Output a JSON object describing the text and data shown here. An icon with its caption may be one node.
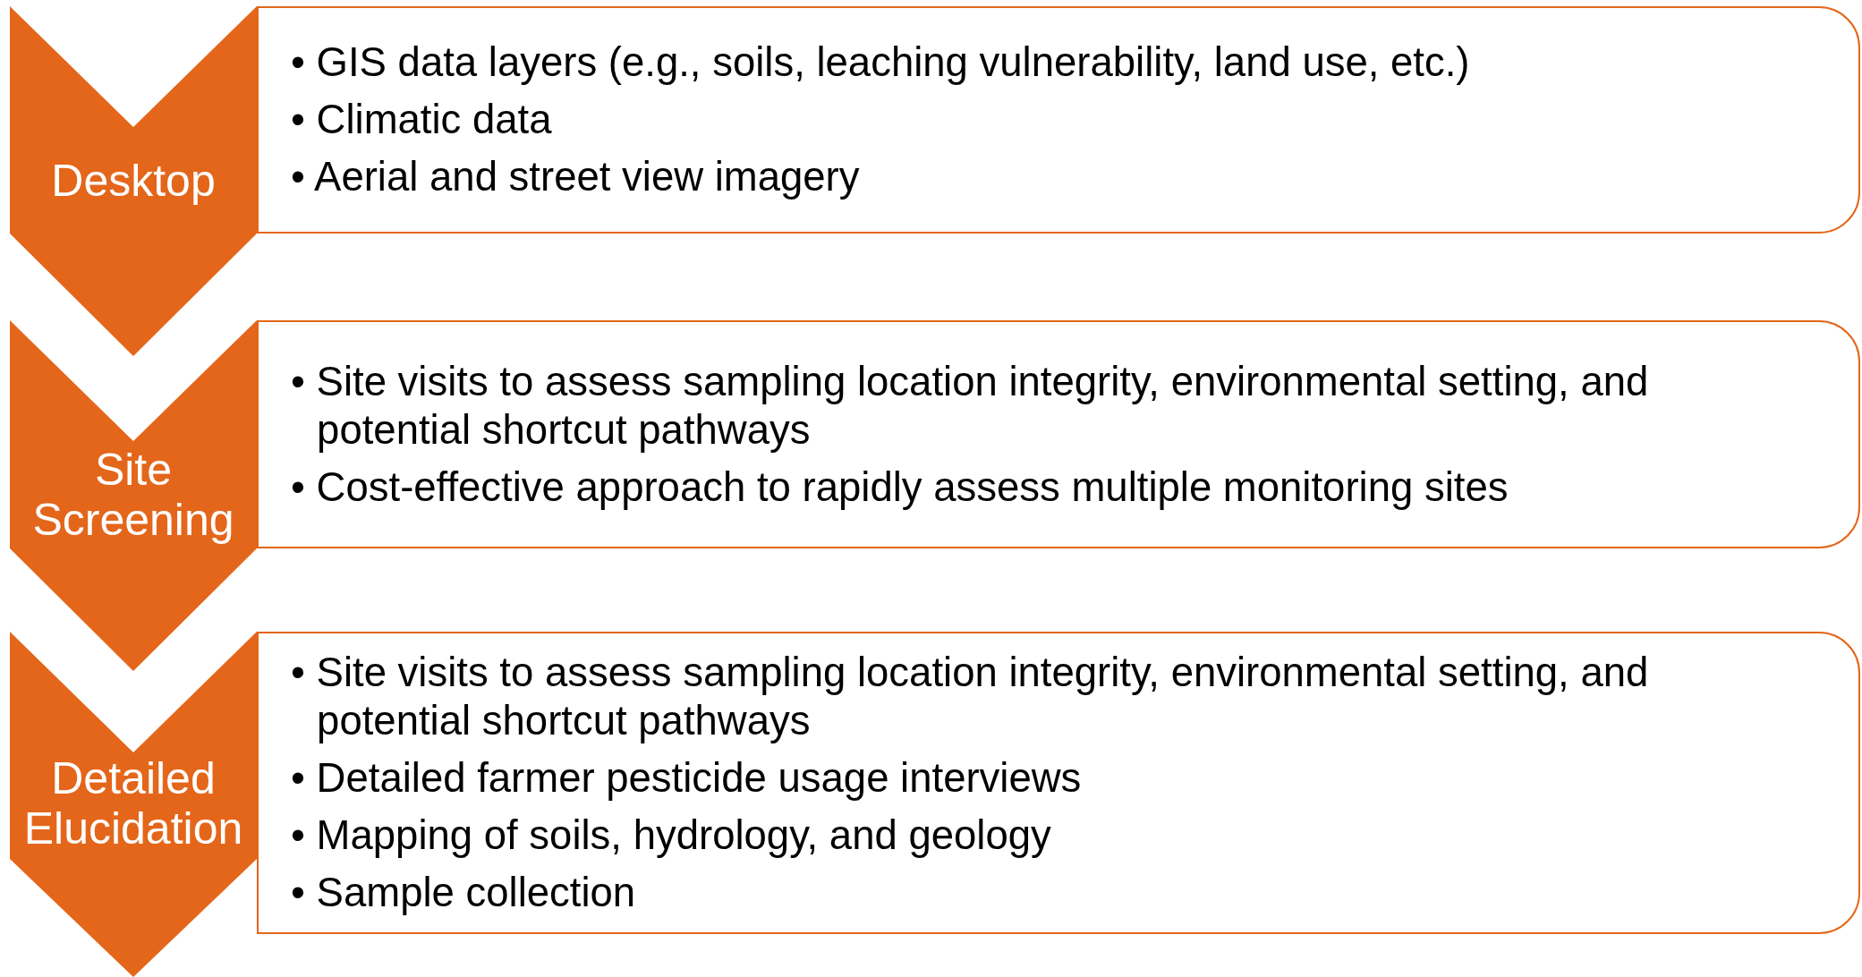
{
  "diagram": {
    "nodes": [
      {
        "text": [
          "Desktop"
        ]
      },
      {
        "text": [
          "• GIS data layers (e.g., soils, leaching vulnerability, land use, etc.)",
          "• Climatic data",
          "• Aerial and street view imagery"
        ]
      },
      {
        "text": [
          "Site Screening"
        ]
      },
      {
        "text": [
          "• Site visits to assess sampling location integrity, environmental setting, and potential shortcut pathways",
          "• Cost-effective approach to rapidly assess multiple monitoring sites"
        ]
      },
      {
        "text": [
          "Detailed Elucidation"
        ]
      },
      {
        "text": [
          "• Site visits to assess sampling location integrity, environmental setting, and potential shortcut pathways",
          "• Detailed farmer pesticide usage interviews",
          "• Mapping of soils, hydrology, and geology",
          "• Sample collection"
        ]
      }
    ]
  }
}
